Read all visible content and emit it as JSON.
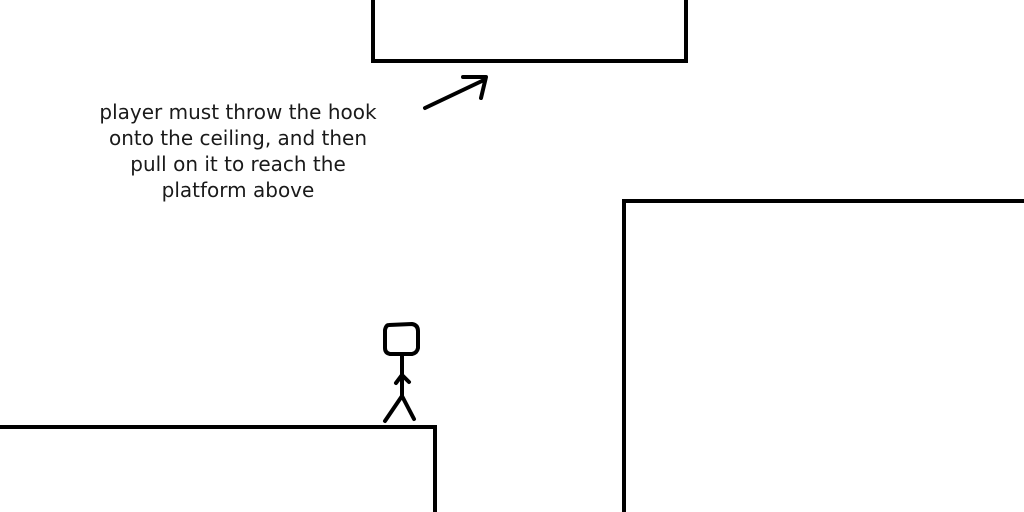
{
  "scene": {
    "background": "#ffffff",
    "ink_color": "#000000",
    "objects": [
      "ceiling-block",
      "left-platform",
      "right-platform",
      "stick-figure-player",
      "annotation-arrow"
    ]
  },
  "annotation": {
    "lines": [
      "player must throw the hook",
      "onto the ceiling, and then",
      "pull on it to reach the",
      "platform above"
    ]
  }
}
